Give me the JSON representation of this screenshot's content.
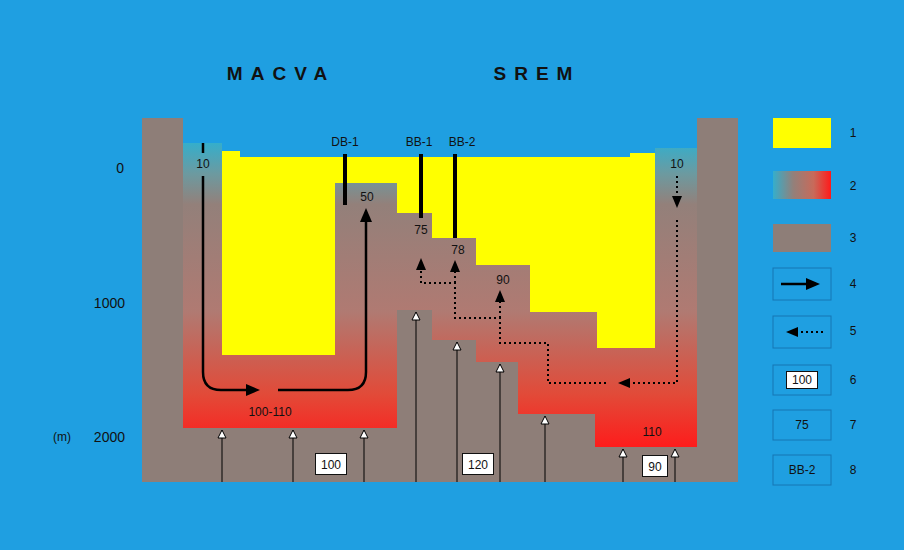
{
  "diagram": {
    "nodes": [
      {
        "text": [
          "100"
        ]
      },
      {
        "text": [
          "120"
        ]
      },
      {
        "text": [
          "90"
        ]
      }
    ],
    "labels": [
      "MACVA",
      "SREM",
      "DB-1",
      "BB-1",
      "BB-2",
      "10",
      "50",
      "75",
      "78",
      "90",
      "10",
      "100-110",
      "110",
      "0",
      "1000",
      "(m)",
      "2000",
      "100",
      "75",
      "BB-2"
    ],
    "legend": [
      {
        "text": "1",
        "color": "#ffff00"
      },
      {
        "text": "2"
      },
      {
        "text": "3",
        "color": "#8e7e78"
      },
      {
        "text": "4"
      },
      {
        "text": "5"
      },
      {
        "text": "6"
      },
      {
        "text": "7"
      },
      {
        "text": "8"
      }
    ]
  }
}
